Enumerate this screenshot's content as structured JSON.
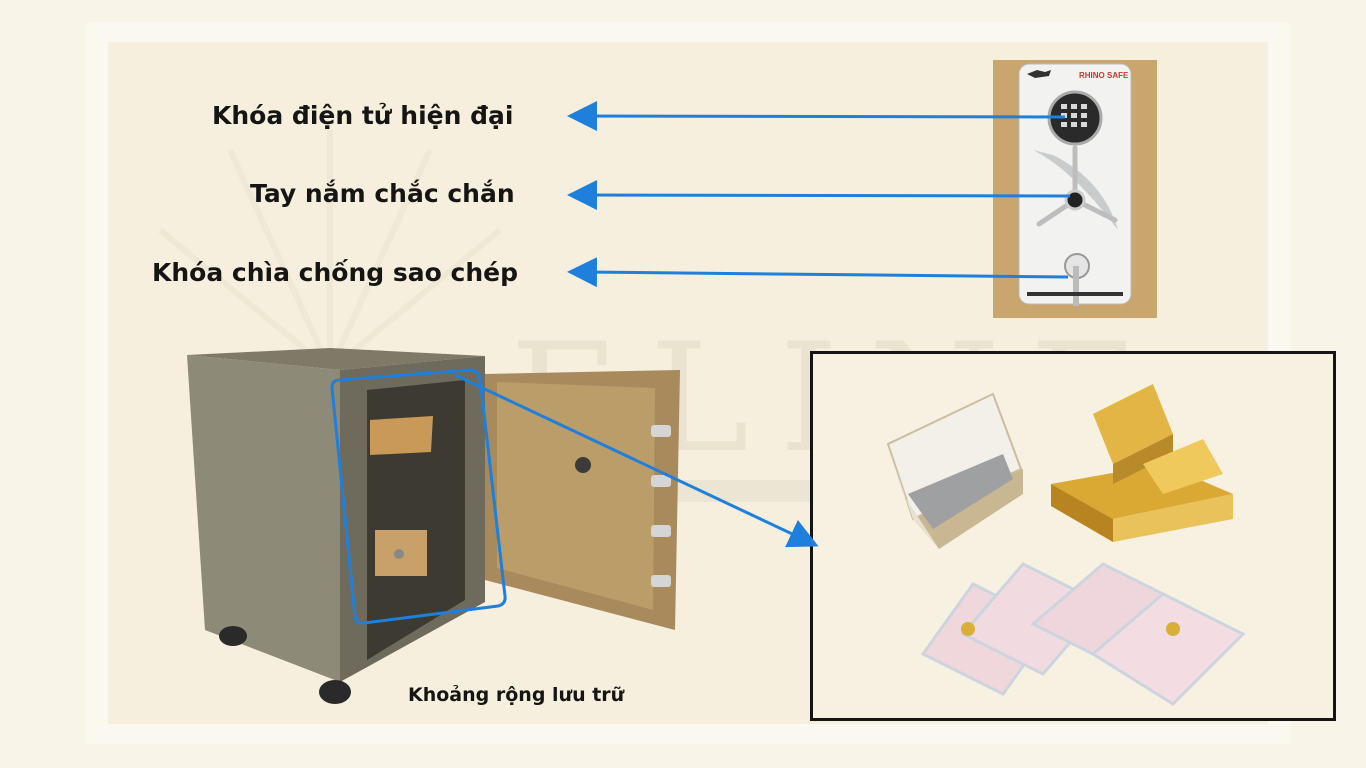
{
  "features": [
    {
      "label": "Khóa điện tử hiện đại"
    },
    {
      "label": "Tay nắm chắc chắn"
    },
    {
      "label": "Khóa chìa chống sao chép"
    }
  ],
  "storage": {
    "caption": "Khoảng rộng lưu trữ"
  },
  "door_panel": {
    "brand": "RHINO SAFE"
  },
  "colors": {
    "arrow": "#1e7fdc",
    "background": "#f8f4e8",
    "gold": "#d9a934",
    "safe_body": "#8a8470"
  }
}
